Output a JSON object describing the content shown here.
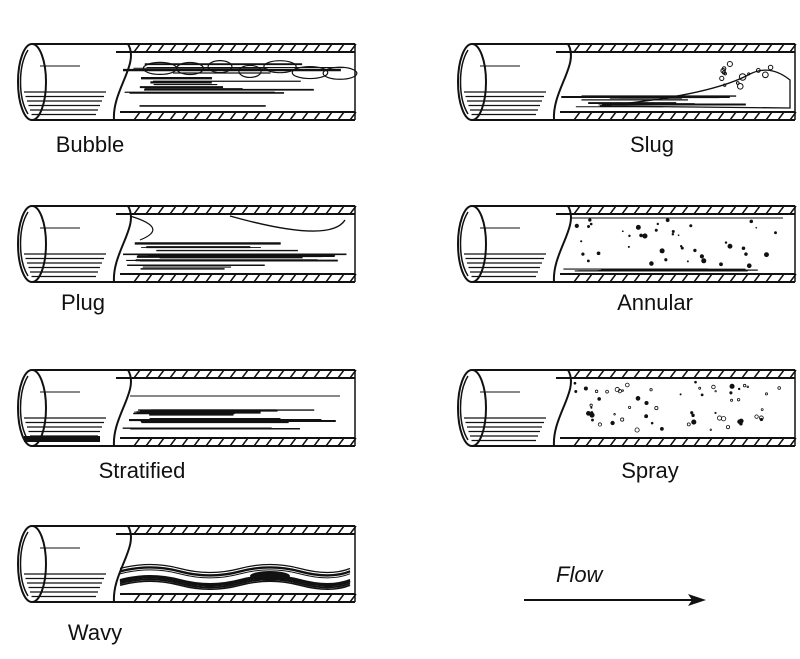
{
  "diagram": {
    "flow_label": "Flow",
    "patterns": [
      {
        "label": "Bubble",
        "fill": "bubble"
      },
      {
        "label": "Slug",
        "fill": "slug"
      },
      {
        "label": "Plug",
        "fill": "plug"
      },
      {
        "label": "Annular",
        "fill": "annular"
      },
      {
        "label": "Stratified",
        "fill": "stratified"
      },
      {
        "label": "Spray",
        "fill": "spray"
      },
      {
        "label": "Wavy",
        "fill": "wavy"
      }
    ]
  }
}
